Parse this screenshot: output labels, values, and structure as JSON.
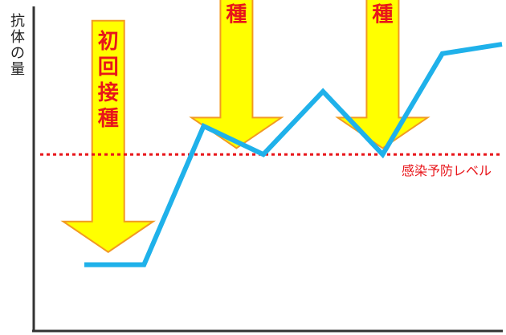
{
  "chart_data": {
    "type": "line",
    "ylabel": "抗体の量",
    "xlabel": "",
    "ylim": [
      0,
      100
    ],
    "x": [
      1,
      2,
      3,
      4,
      5,
      6,
      7,
      8
    ],
    "series": [
      {
        "values": [
          18,
          18,
          62,
          53,
          73,
          53,
          85,
          88
        ]
      }
    ],
    "threshold": {
      "value": 53,
      "label": "感染予防レベル"
    },
    "annotations": [
      {
        "label": "初回接種",
        "x": 1.4,
        "y": 22
      },
      {
        "label": "追加接種",
        "x": 3.55,
        "y": 55
      },
      {
        "label": "追加接種",
        "x": 6.0,
        "y": 55
      }
    ],
    "colors": {
      "line": "#1fb1ea",
      "threshold": "#e8151a",
      "arrow_fill": "#ffff00",
      "arrow_stroke": "#f29a22",
      "arrow_text": "#e8151a",
      "axis": "#333333"
    }
  }
}
